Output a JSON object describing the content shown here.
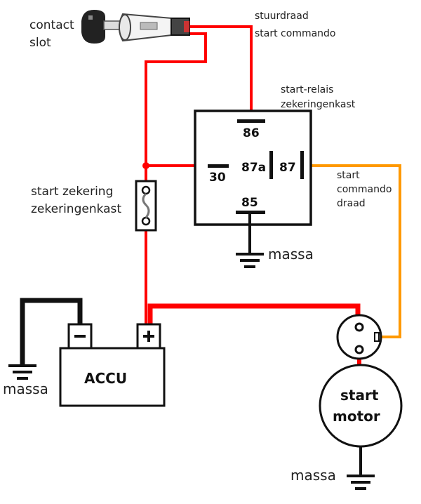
{
  "diagram": {
    "title": "Startmotor bedrading met start-relais",
    "labels": {
      "contact_slot_line1": "contact",
      "contact_slot_line2": "slot",
      "stuurdraad": "stuurdraad",
      "start_commando": "start commando",
      "relais_line1": "start-relais",
      "relais_line2": "zekeringenkast",
      "zekering_line1": "start zekering",
      "zekering_line2": "zekeringenkast",
      "start_cmd_line1": "start",
      "start_cmd_line2": "commando",
      "start_cmd_line3": "draad",
      "massa_relais": "massa",
      "massa_accu": "massa",
      "massa_motor": "massa"
    },
    "relay_pins": {
      "pin86": "86",
      "pin30": "30",
      "pin87a": "87a",
      "pin87": "87",
      "pin85": "85"
    },
    "battery": {
      "label": "ACCU",
      "neg": "−",
      "pos": "+"
    },
    "motor": {
      "line1": "start",
      "line2": "motor"
    },
    "colors": {
      "red_wire": "#ff0000",
      "orange_wire": "#ff9900",
      "black": "#111111"
    }
  }
}
